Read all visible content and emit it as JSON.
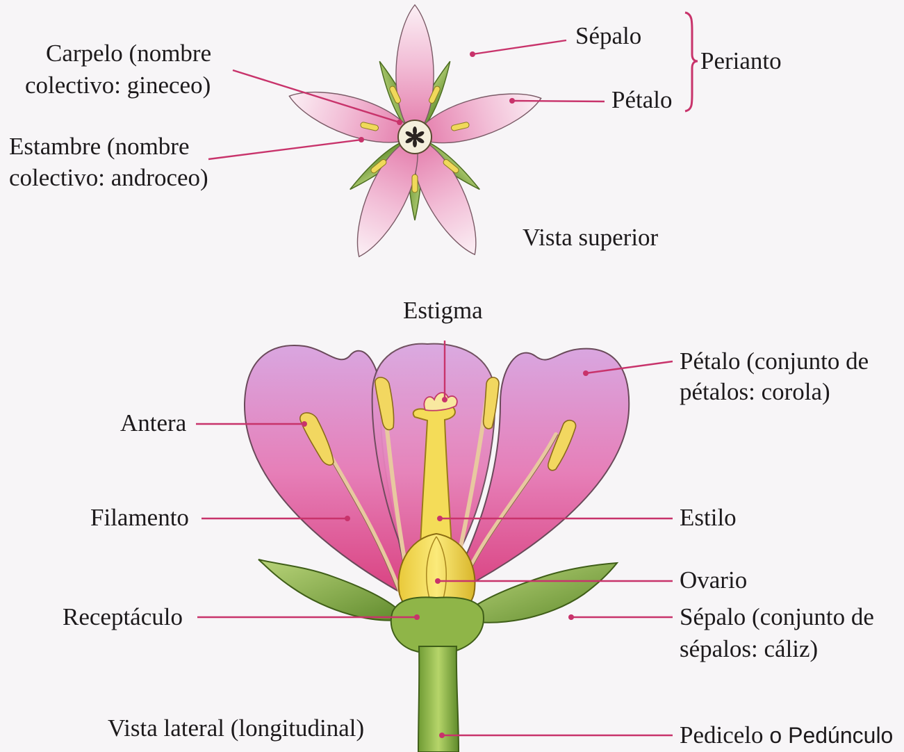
{
  "labels": {
    "carpelo_1": "Carpelo (nombre",
    "carpelo_2": "colectivo: gineceo)",
    "estambre_1": "Estambre (nombre",
    "estambre_2": "colectivo: androceo)",
    "sepalo_top": "Sépalo",
    "petalo_top": "Pétalo",
    "perianto": "Perianto",
    "vista_superior": "Vista superior",
    "estigma": "Estigma",
    "petalo_side_1": "Pétalo (conjunto de",
    "petalo_side_2": "pétalos: corola)",
    "antera": "Antera",
    "filamento": "Filamento",
    "estilo": "Estilo",
    "ovario": "Ovario",
    "receptaculo": "Receptáculo",
    "sepalo_side_1": "Sépalo (conjunto de",
    "sepalo_side_2": "sépalos: cáliz)",
    "vista_lateral": "Vista lateral (longitudinal)",
    "pedicelo": "Pedicelo",
    "pedunculo": " o Pedúnculo"
  },
  "colors": {
    "leader": "#c8336b",
    "petal_pink": "#e58ab4",
    "sepal_green": "#8fb04a",
    "pistil_yellow": "#f0dc5a",
    "background": "#f7f5f7"
  }
}
